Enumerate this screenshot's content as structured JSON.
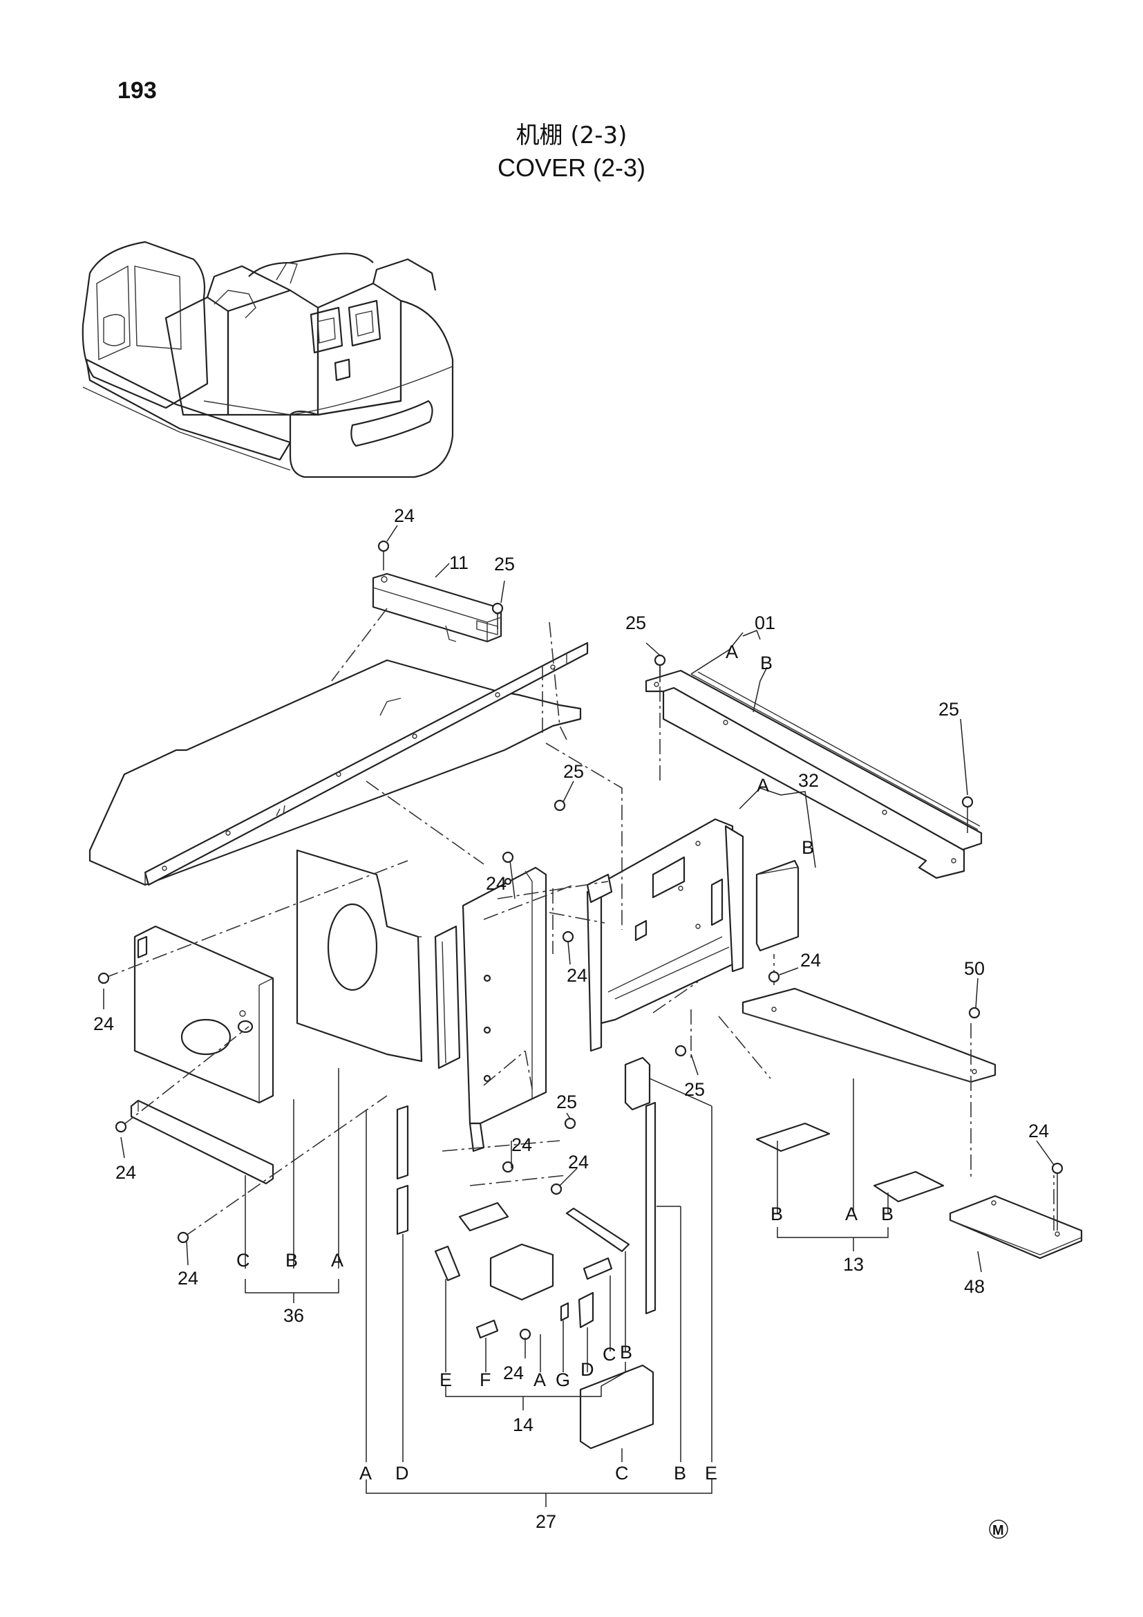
{
  "page": {
    "number": "193",
    "title_cn": "机棚 (2-3)",
    "title_en": "COVER (2-3)"
  },
  "callouts": {
    "c24a": "24",
    "c11": "11",
    "c25a": "25",
    "c25b": "25",
    "c01": "01",
    "c25c": "25",
    "c25d": "25",
    "c32": "32",
    "c24b": "24",
    "c24c": "24",
    "c24d": "24",
    "c24e": "24",
    "c24f": "24",
    "c24g": "24",
    "c50": "50",
    "c25e": "25",
    "c25f": "25",
    "c24h": "24",
    "c24i": "24",
    "c24j": "24",
    "c24k": "24",
    "c13": "13",
    "c48": "48",
    "c36": "36",
    "c14": "14",
    "c27": "27"
  },
  "letters": {
    "l01A": "A",
    "l01B": "B",
    "l32A": "A",
    "l32B": "B",
    "l36C": "C",
    "l36B": "B",
    "l36A": "A",
    "l13B1": "B",
    "l13A": "A",
    "l13B2": "B",
    "l14E": "E",
    "l14F": "F",
    "l14A": "A",
    "l14G": "G",
    "l14D": "D",
    "l14C": "C",
    "l14B": "B",
    "l27A": "A",
    "l27D": "D",
    "l27C": "C",
    "l27B": "B",
    "l27E": "E"
  },
  "mark": "M"
}
